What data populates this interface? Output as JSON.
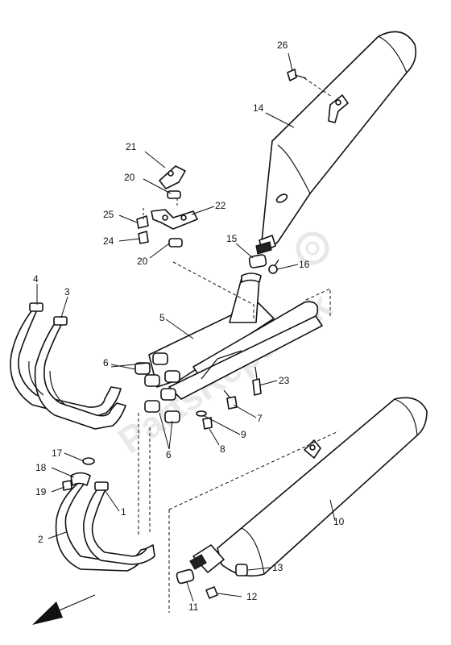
{
  "labels": {
    "p1": "1",
    "p2": "2",
    "p3": "3",
    "p4": "4",
    "p5": "5",
    "p6a": "6",
    "p6b": "6",
    "p7": "7",
    "p8": "8",
    "p9": "9",
    "p10": "10",
    "p11": "11",
    "p12": "12",
    "p13": "13",
    "p14": "14",
    "p15": "15",
    "p16": "16",
    "p17": "17",
    "p18": "18",
    "p19": "19",
    "p20a": "20",
    "p20b": "20",
    "p21": "21",
    "p22": "22",
    "p23": "23",
    "p24": "24",
    "p25": "25",
    "p26": "26"
  },
  "watermark": "PartsRepublik"
}
